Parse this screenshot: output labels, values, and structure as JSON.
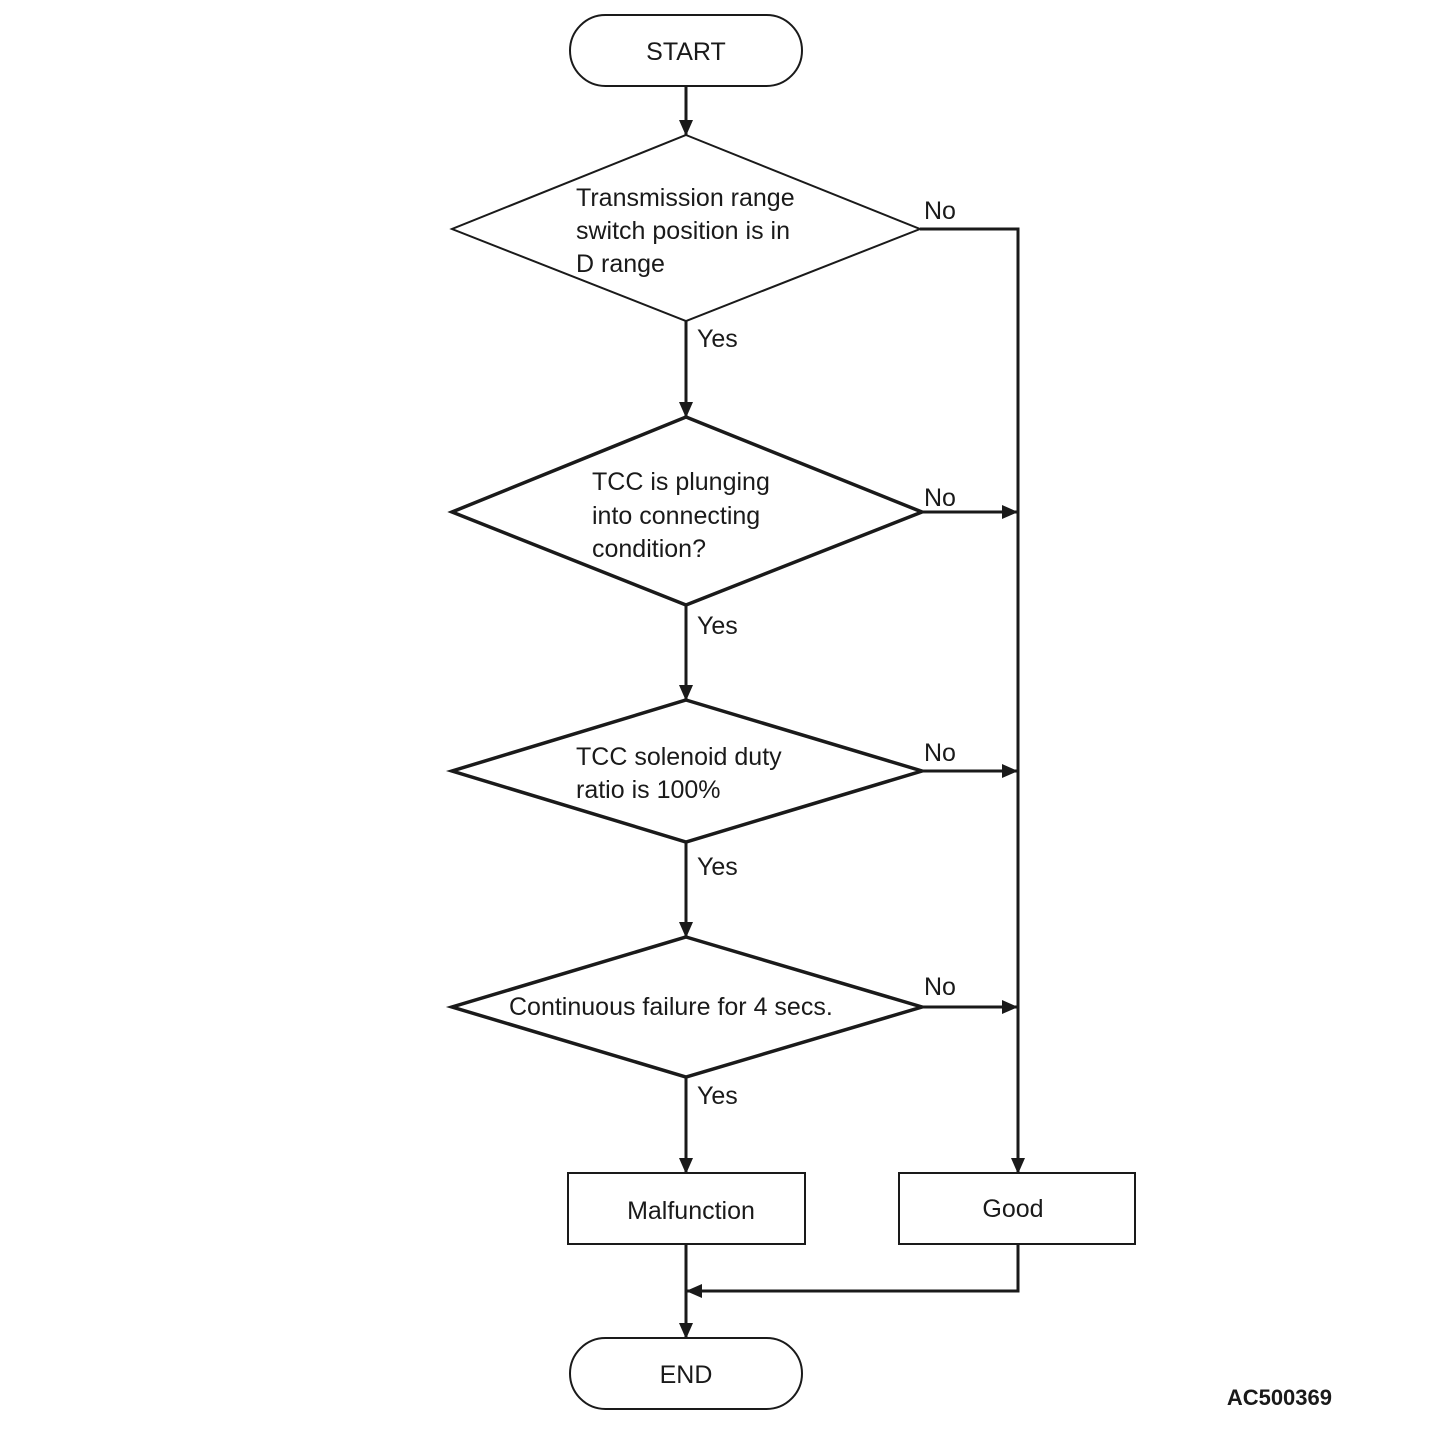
{
  "diagram": {
    "start": "START",
    "end": "END",
    "decisions": [
      {
        "lines": [
          "Transmission range",
          "switch position is in",
          "D range"
        ],
        "yes": "Yes",
        "no": "No"
      },
      {
        "lines": [
          "TCC is plunging",
          "into connecting",
          "condition?"
        ],
        "yes": "Yes",
        "no": "No"
      },
      {
        "lines": [
          "TCC solenoid duty",
          "ratio is 100%"
        ],
        "yes": "Yes",
        "no": "No"
      },
      {
        "lines": [
          "Continuous failure for 4 secs."
        ],
        "yes": "Yes",
        "no": "No"
      }
    ],
    "outcomes": {
      "malfunction": "Malfunction",
      "good": "Good"
    },
    "figure_code": "AC500369"
  }
}
